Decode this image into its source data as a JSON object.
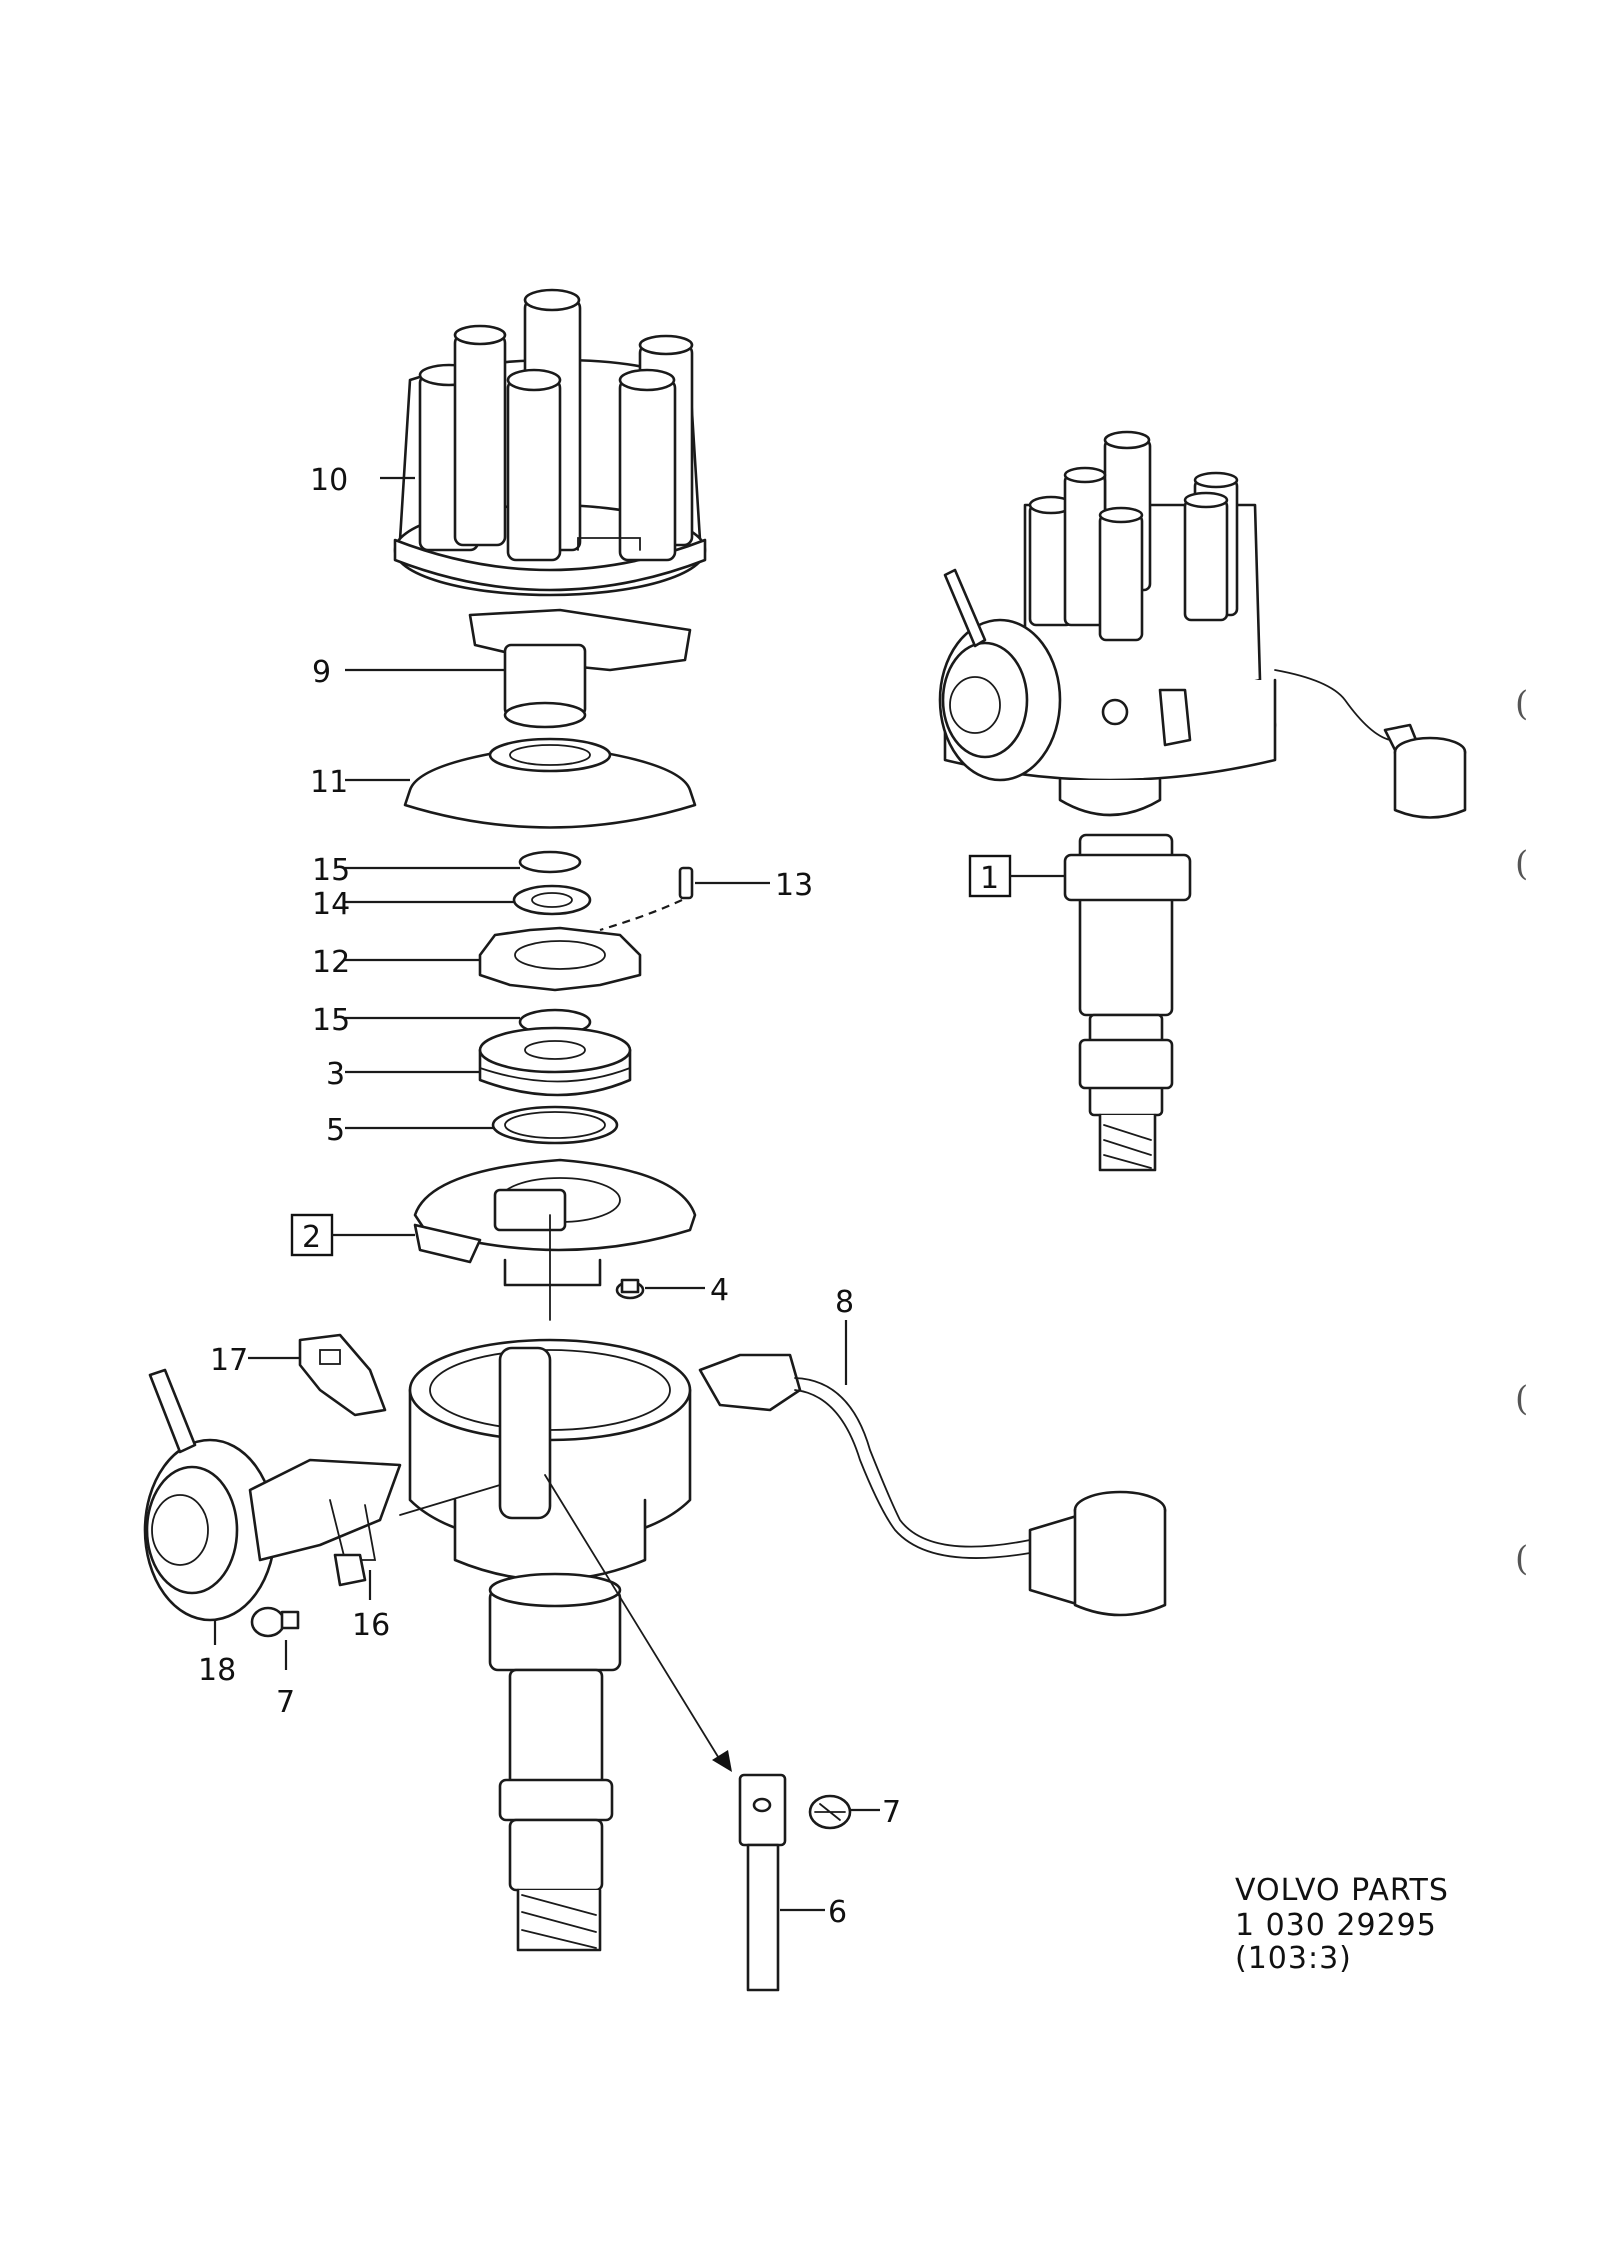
{
  "diagram": {
    "callouts": {
      "c10": "10",
      "c9": "9",
      "c11": "11",
      "c15a": "15",
      "c14": "14",
      "c13": "13",
      "c12": "12",
      "c15b": "15",
      "c3": "3",
      "c5": "5",
      "c2": "2",
      "c4": "4",
      "c8": "8",
      "c17": "17",
      "c16": "16",
      "c18": "18",
      "c7a": "7",
      "c7b": "7",
      "c6": "6",
      "c1": "1"
    },
    "reference": {
      "line1": "VOLVO  PARTS",
      "line2": "1  030    29295",
      "line3": "(103:3)"
    },
    "margin_marks": [
      "(",
      "(",
      "(",
      "("
    ]
  }
}
